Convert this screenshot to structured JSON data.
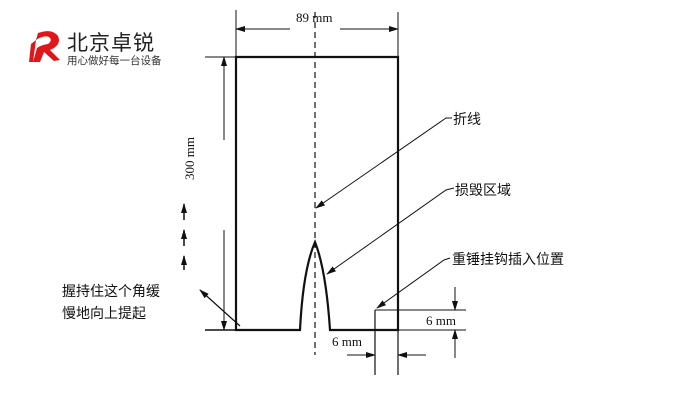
{
  "logo": {
    "brand": "北京卓锐",
    "slogan": "用心做好每一台设备",
    "color": "#e0161b"
  },
  "dimensions": {
    "width": "89 mm",
    "height": "300 mm",
    "hook_offset_x": "6 mm",
    "hook_offset_y": "6 mm"
  },
  "labels": {
    "fold_line": "折线",
    "damage_zone": "损毁区域",
    "hook_position": "重锤挂钩插入位置",
    "lift_instruction_line1": "握持住这个角缓",
    "lift_instruction_line2": "慢地向上提起"
  }
}
